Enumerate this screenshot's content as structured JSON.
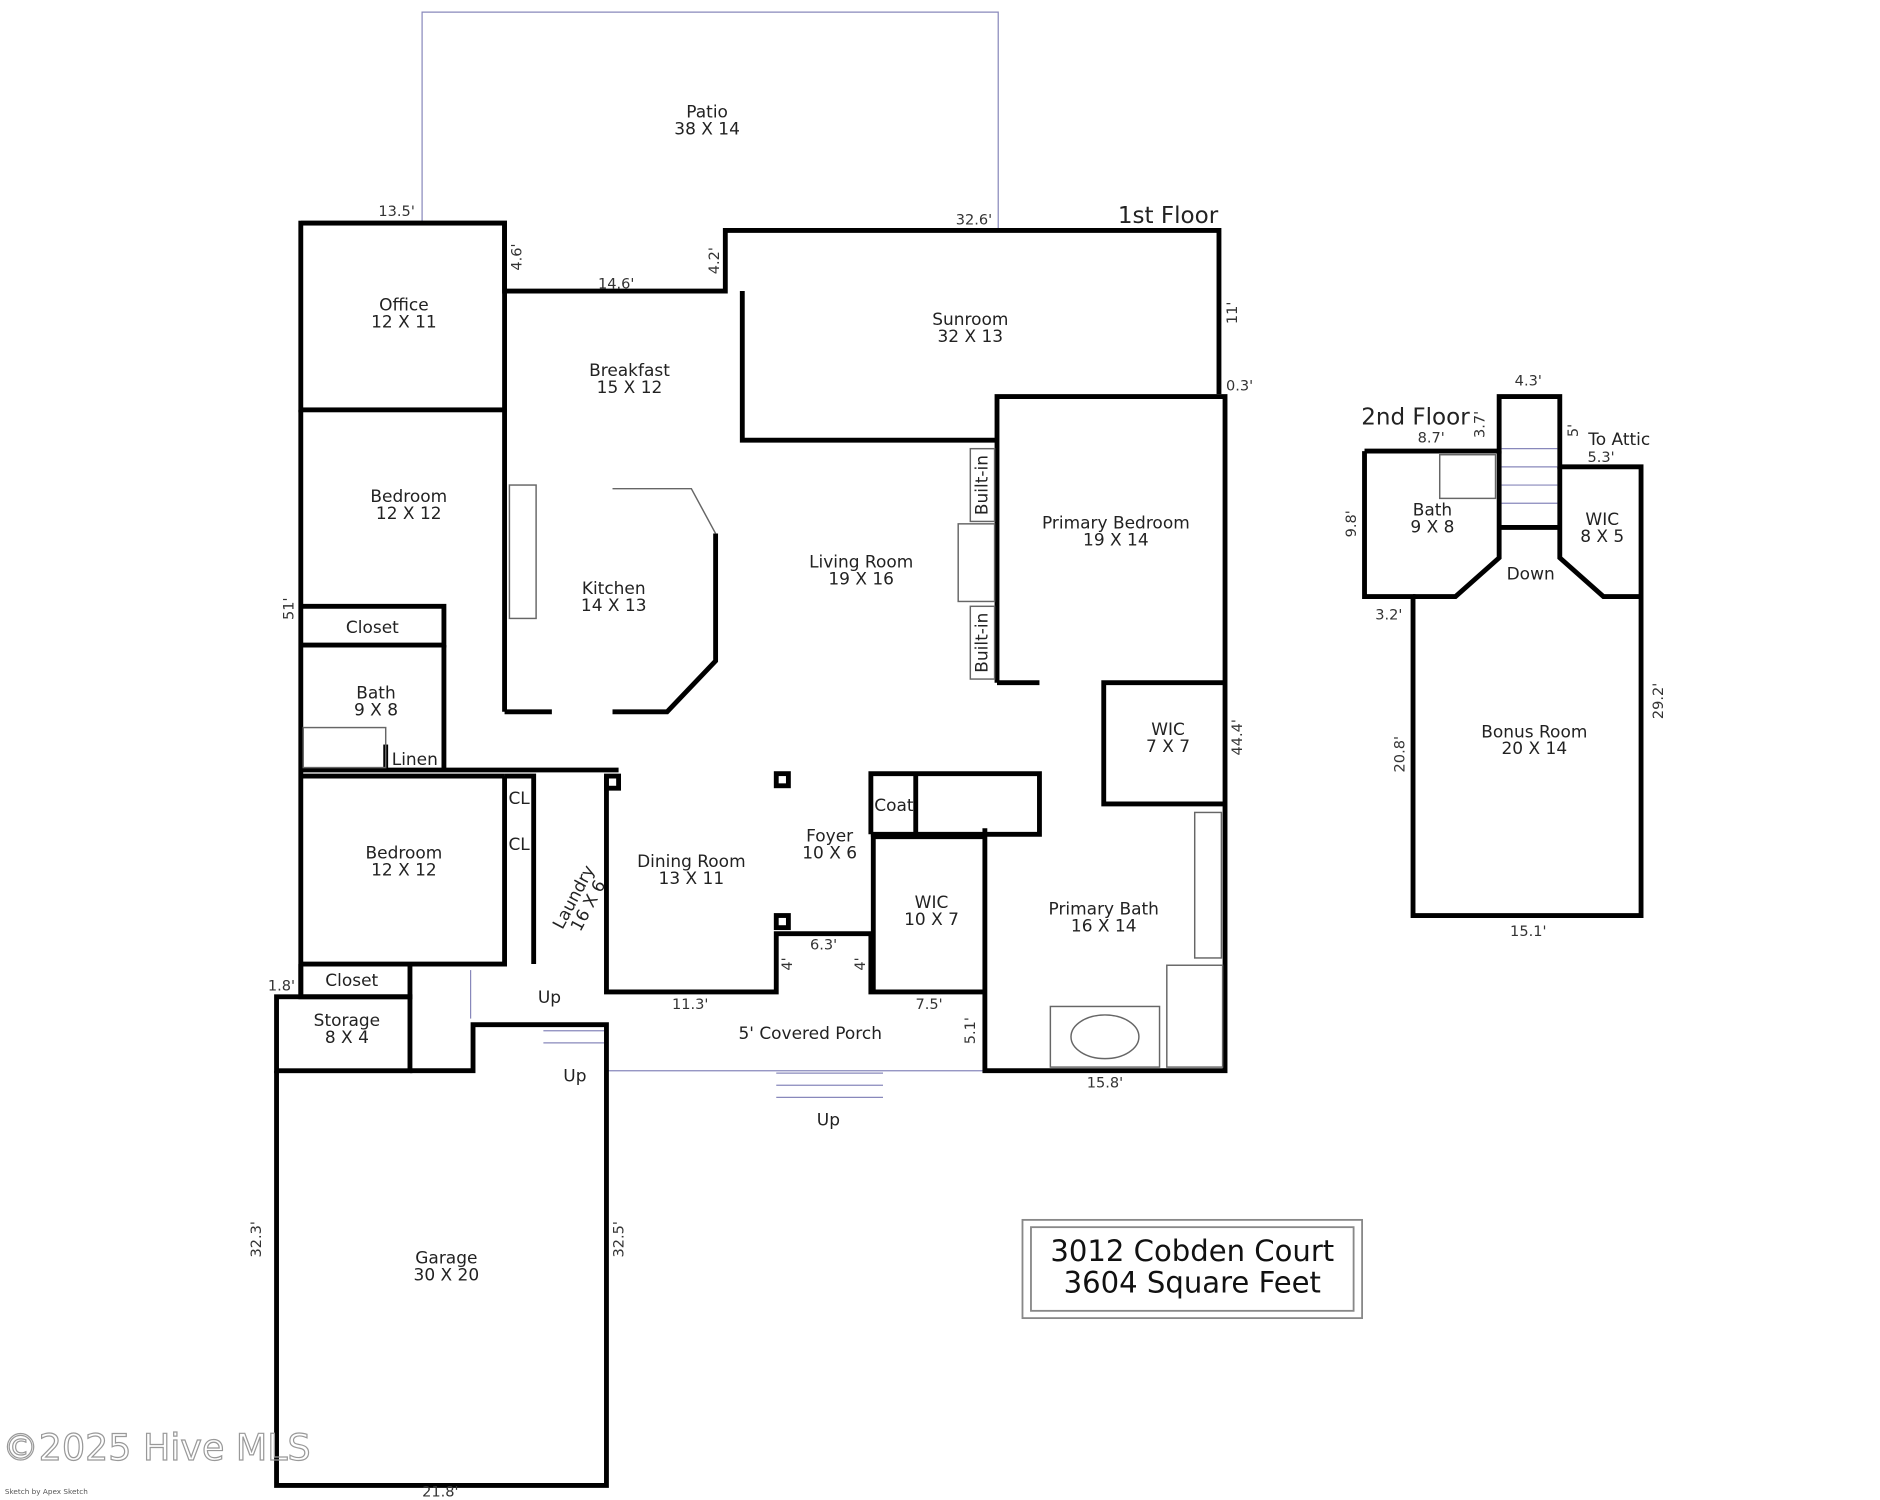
{
  "floors": {
    "first": "1st Floor",
    "second": "2nd Floor"
  },
  "rooms": [
    {
      "name": "Patio",
      "dims": "38 X 14"
    },
    {
      "name": "Office",
      "dims": "12 X 11"
    },
    {
      "name": "Breakfast",
      "dims": "15 X 12"
    },
    {
      "name": "Sunroom",
      "dims": "32 X 13"
    },
    {
      "name": "Bedroom",
      "dims": "12 X 12"
    },
    {
      "name": "Kitchen",
      "dims": "14 X 13"
    },
    {
      "name": "Living Room",
      "dims": "19 X 16"
    },
    {
      "name": "Primary Bedroom",
      "dims": "19 X 14"
    },
    {
      "name": "Bath",
      "dims": "9 X 8"
    },
    {
      "name": "Bedroom",
      "dims": "12 X 12"
    },
    {
      "name": "Dining Room",
      "dims": "13 X 11"
    },
    {
      "name": "Foyer",
      "dims": "10 X 6"
    },
    {
      "name": "WIC",
      "dims": "7 X 7"
    },
    {
      "name": "WIC",
      "dims": "10 X 7"
    },
    {
      "name": "Primary Bath",
      "dims": "16 X 14"
    },
    {
      "name": "Storage",
      "dims": "8 X 4"
    },
    {
      "name": "Garage",
      "dims": "30 X 20"
    },
    {
      "name": "Laundry",
      "dims": "16 X 6"
    },
    {
      "name": "Bath",
      "dims": "9 X 8"
    },
    {
      "name": "WIC",
      "dims": "8 X 5"
    },
    {
      "name": "Bonus Room",
      "dims": "20 X 14"
    }
  ],
  "labels": [
    "Closet",
    "Closet",
    "Linen",
    "CL",
    "CL",
    "Coat",
    "Built-in",
    "Built-in",
    "Down",
    "To Attic",
    "Up",
    "Up",
    "Up",
    "5' Covered Porch"
  ],
  "dimensions": [
    "13.5'",
    "4.6'",
    "14.6'",
    "4.2'",
    "32.6'",
    "11'",
    "0.3'",
    "51'",
    "1.8'",
    "44.4'",
    "6.3'",
    "4'",
    "4'",
    "11.3'",
    "7.5'",
    "5.1'",
    "15.8'",
    "32.3'",
    "32.5'",
    "21.8'",
    "4.3'",
    "8.7'",
    "3.7'",
    "5'",
    "5.3'",
    "9.8'",
    "3.2'",
    "20.8'",
    "29.2'",
    "15.1'"
  ],
  "title_box": {
    "address": "3012 Cobden Court",
    "area": "3604 Square Feet"
  },
  "watermark": "©2025 Hive MLS",
  "credit": "Sketch by Apex Sketch"
}
